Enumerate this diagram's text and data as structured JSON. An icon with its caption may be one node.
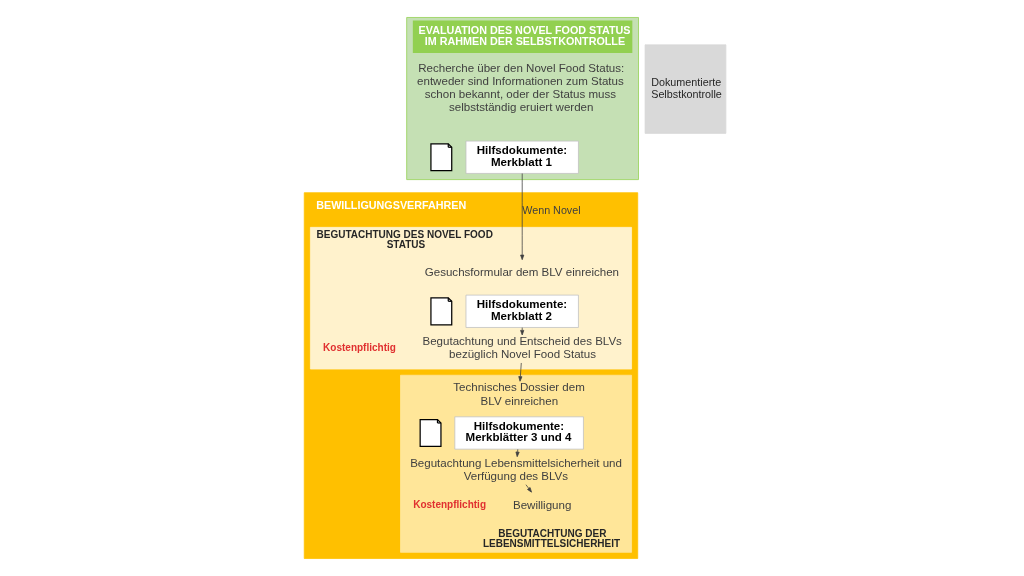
{
  "diagram": {
    "nodes": [
      {
        "text": [
          "EVALUATION DES NOVEL FOOD STATUS IM RAHMEN DER SELBSTKONTROLLE"
        ]
      },
      {
        "text": [
          "Recherche über den Novel Food Status: entweder sind Informationen zum Status schon bekannt, oder der Status muss selbstständig eruiert werden"
        ],
        "in": 0
      },
      {
        "text": [],
        "shape": "picture",
        "in": 0
      },
      {
        "text": [
          "Hilfsdokumente: Merkblatt 1"
        ],
        "in": 0
      },
      {
        "text": [
          "Dokumentierte Selbstkontrolle"
        ]
      },
      {
        "text": [
          "BEWILLIGUNGSVERFAHREN"
        ]
      },
      {
        "text": [
          "BEGUTACHTUNG DES NOVEL FOOD STATUS"
        ],
        "in": 5
      },
      {
        "text": [
          "Gesuchsformular dem BLV einreichen"
        ],
        "in": 6
      },
      {
        "text": [],
        "shape": "picture",
        "in": 6
      },
      {
        "text": [
          "Hilfsdokumente: Merkblatt 2"
        ],
        "in": 6
      },
      {
        "text": [
          "Begutachtung und Entscheid des BLVs bezüglich Novel Food Status"
        ],
        "in": 6
      },
      {
        "text": [
          "BEGUTACHTUNG DER LEBENSMITTELSICHERHEIT"
        ],
        "in": 5
      },
      {
        "text": [
          "Technisches Dossier dem BLV einreichen"
        ],
        "in": 11
      },
      {
        "text": [],
        "shape": "picture",
        "in": 11
      },
      {
        "text": [
          "Hilfsdokumente: Merkblätter 3 und 4"
        ],
        "in": 11
      },
      {
        "text": [
          "Begutachtung Lebensmittelsicherheit und Verfügung des BLVs"
        ],
        "in": 11
      },
      {
        "text": [
          "Bewilligung"
        ],
        "in": 11
      }
    ],
    "edges": [
      {
        "from": 3,
        "to": 7,
        "arrow": "to",
        "label": "Wenn Novel"
      },
      {
        "from": 9,
        "to": 10,
        "arrow": "to"
      },
      {
        "from": 10,
        "to": 12,
        "arrow": "to"
      },
      {
        "from": 14,
        "to": 15,
        "arrow": "to"
      },
      {
        "from": 15,
        "to": 16,
        "arrow": "to"
      }
    ],
    "labels": [
      "Kostenpflichtig",
      "Kostenpflichtig"
    ]
  }
}
